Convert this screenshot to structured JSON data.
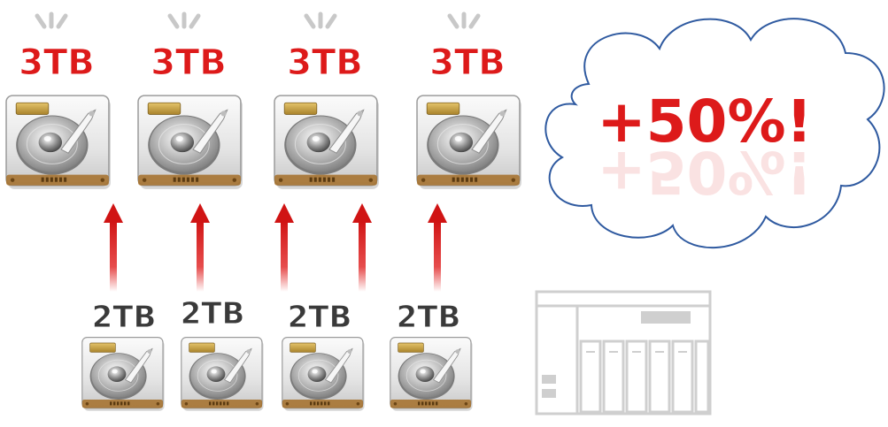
{
  "diagram": {
    "upgrade_targets": [
      {
        "label": "3TB"
      },
      {
        "label": "3TB"
      },
      {
        "label": "3TB"
      },
      {
        "label": "3TB"
      }
    ],
    "original_drives": [
      {
        "label": "2TB"
      },
      {
        "label": "2TB"
      },
      {
        "label": "2TB"
      },
      {
        "label": "2TB"
      }
    ],
    "cloud": {
      "text": "+50%!"
    }
  },
  "colors": {
    "accent_red": "#dd1a1a",
    "cloud_outline": "#2f5aa0",
    "dark_label": "#3a3a3a",
    "drive_brass": "#c9a44a",
    "nas_gray": "#cfcfcf"
  },
  "icons": [
    "hdd-icon",
    "up-arrow-icon",
    "nas-icon",
    "cloud-callout"
  ]
}
